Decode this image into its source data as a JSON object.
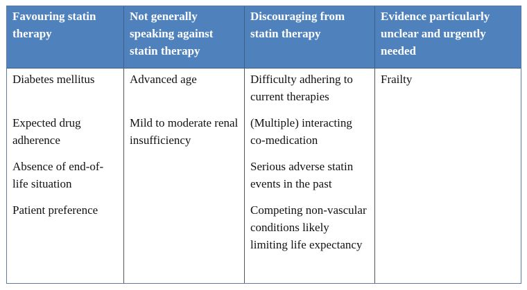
{
  "table": {
    "header_color": "#4f81bd",
    "columns": [
      {
        "header": "Favouring statin therapy",
        "items": [
          "Diabetes mellitus",
          "Expected drug adherence",
          "Absence of end-of-life situation",
          "Patient preference"
        ]
      },
      {
        "header": "Not generally speaking against statin therapy",
        "items": [
          "Advanced age",
          "Mild to moderate renal insufficiency"
        ]
      },
      {
        "header": "Discouraging from statin therapy",
        "items": [
          "Difficulty adhering to current therapies",
          "(Multiple) interacting co-medication",
          "Serious adverse statin events in the past",
          "Competing non-vascular conditions likely limiting life expectancy"
        ]
      },
      {
        "header": "Evidence particularly unclear and urgently needed",
        "items": [
          "Frailty"
        ]
      }
    ]
  }
}
